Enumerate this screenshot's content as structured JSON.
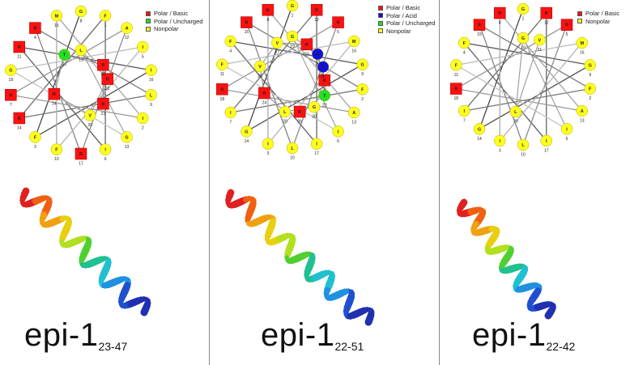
{
  "colors": {
    "basic": "#ff1010",
    "acid": "#1010e0",
    "uncharged": "#22e022",
    "nonpolar": "#ffff20",
    "divider": "#8a8a8a"
  },
  "panels": [
    {
      "title": "epi-1",
      "subscript": "23-47",
      "legend": [
        {
          "label": "Polar / Basic",
          "type": "basic"
        },
        {
          "label": "Polar / Uncharged",
          "type": "uncharged"
        },
        {
          "label": "Nonpolar",
          "type": "nonpolar"
        }
      ],
      "wheel": [
        {
          "aa": "G",
          "n": "8",
          "type": "nonpolar"
        },
        {
          "aa": "F",
          "n": "1",
          "type": "nonpolar"
        },
        {
          "aa": "A",
          "n": "12",
          "type": "nonpolar"
        },
        {
          "aa": "I",
          "n": "5",
          "type": "nonpolar"
        },
        {
          "aa": "I",
          "n": "16",
          "type": "nonpolar"
        },
        {
          "aa": "L",
          "n": "9",
          "type": "nonpolar"
        },
        {
          "aa": "I",
          "n": "2",
          "type": "nonpolar"
        },
        {
          "aa": "G",
          "n": "13",
          "type": "nonpolar"
        },
        {
          "aa": "I",
          "n": "6",
          "type": "nonpolar"
        },
        {
          "aa": "R",
          "n": "17",
          "type": "basic"
        },
        {
          "aa": "F",
          "n": "10",
          "type": "nonpolar"
        },
        {
          "aa": "F",
          "n": "3",
          "type": "nonpolar"
        },
        {
          "aa": "R",
          "n": "14",
          "type": "basic"
        },
        {
          "aa": "R",
          "n": "7",
          "type": "basic"
        },
        {
          "aa": "G",
          "n": "18",
          "type": "nonpolar"
        },
        {
          "aa": "R",
          "n": "11",
          "type": "basic"
        },
        {
          "aa": "R",
          "n": "4",
          "type": "basic"
        },
        {
          "aa": "M",
          "n": "15",
          "type": "nonpolar"
        }
      ],
      "inner": [
        {
          "aa": "L",
          "n": "19",
          "type": "nonpolar"
        },
        {
          "aa": "R",
          "n": "22",
          "type": "basic"
        },
        {
          "aa": "V",
          "n": "20",
          "type": "nonpolar"
        },
        {
          "aa": "R",
          "n": "24",
          "type": "basic"
        },
        {
          "aa": "T",
          "n": "21",
          "type": "uncharged"
        },
        {
          "aa": "R",
          "n": "25",
          "type": "basic"
        },
        {
          "aa": "R",
          "n": "23",
          "type": "basic"
        }
      ]
    },
    {
      "title": "epi-1",
      "subscript": "22-51",
      "legend": [
        {
          "label": "Polar / Basic",
          "type": "basic"
        },
        {
          "label": "Polar / Acid",
          "type": "acid"
        },
        {
          "label": "Polar / Uncharged",
          "type": "uncharged"
        },
        {
          "label": "Nonpolar",
          "type": "nonpolar"
        }
      ],
      "wheel": [
        {
          "aa": "G",
          "n": "1",
          "type": "nonpolar"
        },
        {
          "aa": "R",
          "n": "12",
          "type": "basic"
        },
        {
          "aa": "R",
          "n": "5",
          "type": "basic"
        },
        {
          "aa": "M",
          "n": "16",
          "type": "nonpolar"
        },
        {
          "aa": "G",
          "n": "9",
          "type": "nonpolar"
        },
        {
          "aa": "F",
          "n": "2",
          "type": "nonpolar"
        },
        {
          "aa": "A",
          "n": "13",
          "type": "nonpolar"
        },
        {
          "aa": "I",
          "n": "6",
          "type": "nonpolar"
        },
        {
          "aa": "I",
          "n": "17",
          "type": "nonpolar"
        },
        {
          "aa": "L",
          "n": "10",
          "type": "nonpolar"
        },
        {
          "aa": "I",
          "n": "3",
          "type": "nonpolar"
        },
        {
          "aa": "G",
          "n": "14",
          "type": "nonpolar"
        },
        {
          "aa": "I",
          "n": "7",
          "type": "nonpolar"
        },
        {
          "aa": "R",
          "n": "18",
          "type": "basic"
        },
        {
          "aa": "F",
          "n": "11",
          "type": "nonpolar"
        },
        {
          "aa": "F",
          "n": "4",
          "type": "nonpolar"
        },
        {
          "aa": "R",
          "n": "15",
          "type": "basic"
        },
        {
          "aa": "R",
          "n": "8",
          "type": "basic"
        }
      ],
      "inner": [
        {
          "aa": "G",
          "n": "19",
          "type": "nonpolar"
        },
        {
          "aa": "E",
          "n": "30",
          "type": "acid"
        },
        {
          "aa": "R",
          "n": "26",
          "type": "basic"
        },
        {
          "aa": "G",
          "n": "30",
          "type": "nonpolar"
        },
        {
          "aa": "L",
          "n": "20",
          "type": "nonpolar"
        },
        {
          "aa": "R",
          "n": "24",
          "type": "basic"
        },
        {
          "aa": "V",
          "n": "28",
          "type": "nonpolar"
        },
        {
          "aa": "V",
          "n": "27",
          "type": "nonpolar"
        },
        {
          "aa": "R",
          "n": "23",
          "type": "basic"
        },
        {
          "aa": "E",
          "n": "30",
          "type": "acid"
        },
        {
          "aa": "T",
          "n": "22",
          "type": "uncharged"
        },
        {
          "aa": "R",
          "n": "26",
          "type": "basic"
        }
      ]
    },
    {
      "title": "epi-1",
      "subscript": "22-42",
      "legend": [
        {
          "label": "Polar / Basic",
          "type": "basic"
        },
        {
          "label": "Nonpolar",
          "type": "nonpolar"
        }
      ],
      "wheel": [
        {
          "aa": "G",
          "n": "1",
          "type": "nonpolar"
        },
        {
          "aa": "R",
          "n": "12",
          "type": "basic"
        },
        {
          "aa": "R",
          "n": "5",
          "type": "basic"
        },
        {
          "aa": "M",
          "n": "16",
          "type": "nonpolar"
        },
        {
          "aa": "G",
          "n": "9",
          "type": "nonpolar"
        },
        {
          "aa": "F",
          "n": "2",
          "type": "nonpolar"
        },
        {
          "aa": "A",
          "n": "13",
          "type": "nonpolar"
        },
        {
          "aa": "I",
          "n": "6",
          "type": "nonpolar"
        },
        {
          "aa": "I",
          "n": "17",
          "type": "nonpolar"
        },
        {
          "aa": "L",
          "n": "10",
          "type": "nonpolar"
        },
        {
          "aa": "I",
          "n": "3",
          "type": "nonpolar"
        },
        {
          "aa": "G",
          "n": "14",
          "type": "nonpolar"
        },
        {
          "aa": "I",
          "n": "7",
          "type": "nonpolar"
        },
        {
          "aa": "R",
          "n": "18",
          "type": "basic"
        },
        {
          "aa": "F",
          "n": "11",
          "type": "nonpolar"
        },
        {
          "aa": "F",
          "n": "4",
          "type": "nonpolar"
        },
        {
          "aa": "R",
          "n": "15",
          "type": "basic"
        },
        {
          "aa": "R",
          "n": "8",
          "type": "basic"
        }
      ],
      "inner": [
        {
          "aa": "G",
          "n": "19",
          "type": "nonpolar"
        },
        {
          "aa": "L",
          "n": "20",
          "type": "nonpolar"
        },
        {
          "aa": "V",
          "n": "21",
          "type": "nonpolar"
        }
      ]
    }
  ]
}
